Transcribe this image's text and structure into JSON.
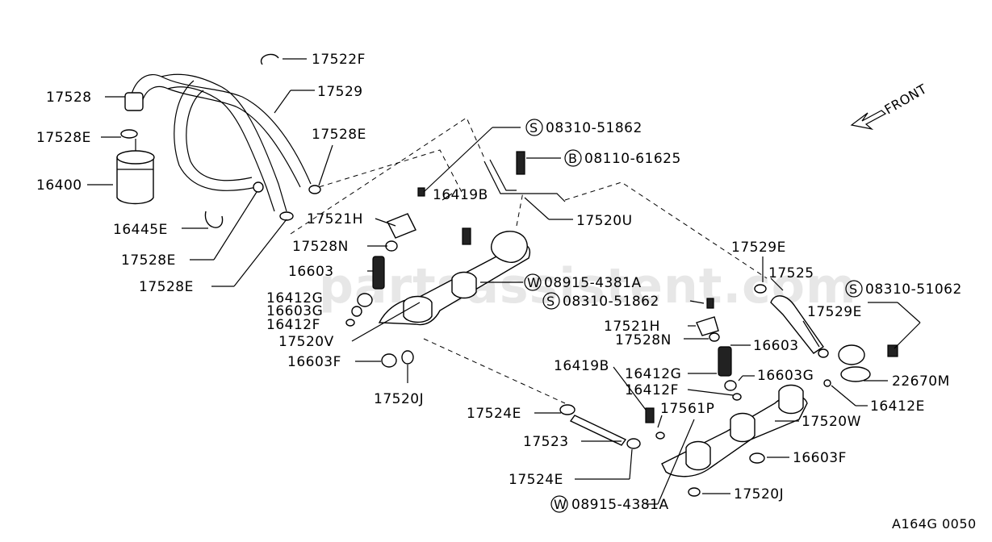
{
  "watermark": "partsassistent.com",
  "front_label": "FRONT",
  "figure_code": "A164G 0050",
  "labels": {
    "p17522F": "17522F",
    "p17528": "17528",
    "p17529_top": "17529",
    "p17528E_a": "17528E",
    "p17528E_b": "17528E",
    "p16400": "16400",
    "p16445E": "16445E",
    "p17528E_c": "17528E",
    "p17528E_d": "17528E",
    "p08310_51862_a": "08310-51862",
    "p08110_61625": "08110-61625",
    "p16419B_a": "16419B",
    "p17521H_a": "17521H",
    "p17520U": "17520U",
    "p17528N_a": "17528N",
    "p16603_a": "16603",
    "p08915_4381A_a": "08915-4381A",
    "p16412G_a": "16412G",
    "p16603G_a": "16603G",
    "p16412F_a": "16412F",
    "p17520V": "17520V",
    "p16603F_a": "16603F",
    "p17520J_a": "17520J",
    "p17529E_a": "17529E",
    "p17525": "17525",
    "p08310_51062": "08310-51062",
    "p08310_51862_b": "08310-51862",
    "p17529E_b": "17529E",
    "p17521H_b": "17521H",
    "p17528N_b": "17528N",
    "p16603_b": "16603",
    "p22670M": "22670M",
    "p16419B_b": "16419B",
    "p16412G_b": "16412G",
    "p16603G_b": "16603G",
    "p16412F_b": "16412F",
    "p16412E": "16412E",
    "p17524E_a": "17524E",
    "p17561P": "17561P",
    "p17520W": "17520W",
    "p17523": "17523",
    "p16603F_b": "16603F",
    "p17524E_b": "17524E",
    "p08915_4381A_b": "08915-4381A",
    "p17520J_b": "17520J"
  },
  "prefix_symbols": {
    "s_a": "S",
    "b": "B",
    "w_a": "W",
    "s_b": "S",
    "s_c": "S",
    "w_b": "W"
  }
}
